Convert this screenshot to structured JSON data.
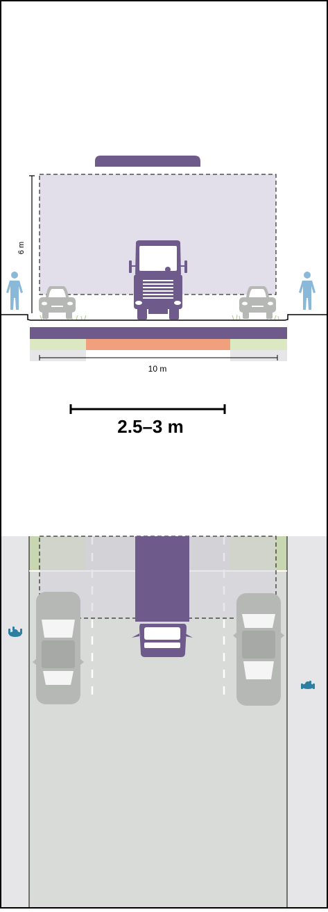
{
  "section": {
    "height_label": "6 m",
    "width_label": "10 m"
  },
  "scale": {
    "label": "2.5–3 m"
  },
  "colors": {
    "purple": "#6e5a8b",
    "envelope": "#e2deea",
    "pedestrian": "#8ab8d9",
    "car": "#b6b8b6",
    "green": "#dbe8c2",
    "orange": "#f0a07a",
    "road": "#d9dbd9",
    "sidewalk": "#e6e6e8",
    "line": "#000000"
  },
  "icons": {
    "truck": "truck-front-icon",
    "car": "car-front-icon",
    "pedestrian": "pedestrian-icon",
    "car_top": "car-top-icon",
    "pedestrian_top": "pedestrian-top-icon"
  }
}
